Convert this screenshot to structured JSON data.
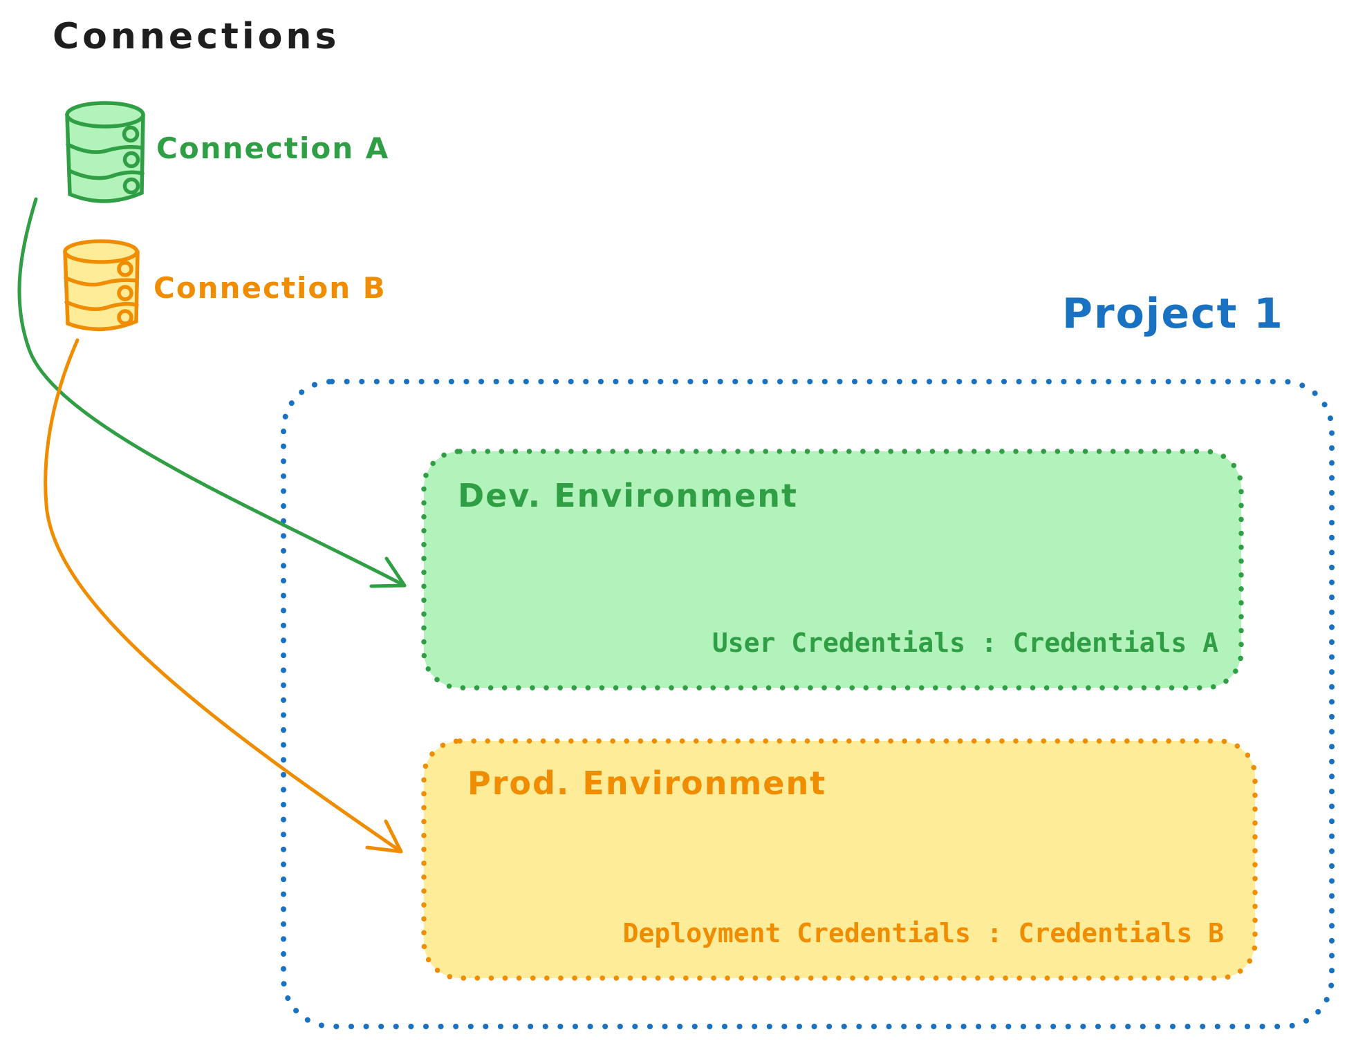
{
  "colors": {
    "black": "#1e1e1e",
    "green": "#2f9e44",
    "green_fill": "#b2f2bb",
    "orange": "#f08c00",
    "orange_fill": "#ffec99",
    "blue": "#1971c2",
    "background": "#ffffff"
  },
  "header": {
    "title": "Connections"
  },
  "connections": [
    {
      "label": "Connection A",
      "color": "#2f9e44",
      "icon": "database-icon"
    },
    {
      "label": "Connection B",
      "color": "#f08c00",
      "icon": "database-icon"
    }
  ],
  "project": {
    "title": "Project 1",
    "environments": [
      {
        "title": "Dev. Environment",
        "credentials": "User Credentials : Credentials A",
        "color": "#2f9e44",
        "fill": "#b2f2bb"
      },
      {
        "title": "Prod. Environment",
        "credentials": "Deployment Credentials : Credentials B",
        "color": "#f08c00",
        "fill": "#ffec99"
      }
    ]
  },
  "arrows": [
    {
      "name": "connection-a-to-dev-environment",
      "color": "#2f9e44"
    },
    {
      "name": "connection-b-to-prod-environment",
      "color": "#f08c00"
    }
  ]
}
